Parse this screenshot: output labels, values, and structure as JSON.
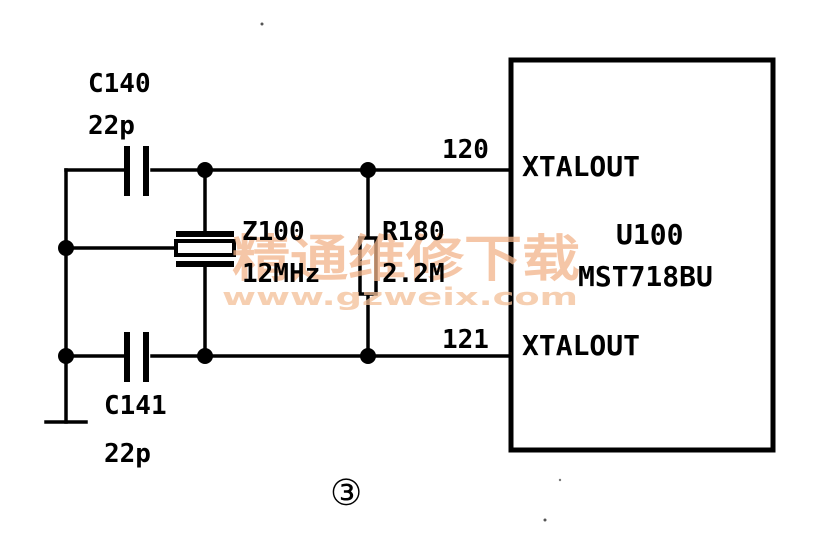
{
  "components": {
    "c140": {
      "ref": "C140",
      "value": "22p"
    },
    "c141": {
      "ref": "C141",
      "value": "22p"
    },
    "z100": {
      "ref": "Z100",
      "value": "12MHz"
    },
    "r180": {
      "ref": "R180",
      "value": "2.2M"
    },
    "u100": {
      "ref": "U100",
      "part": "MST718BU"
    }
  },
  "pins": {
    "p120": {
      "number": "120",
      "name": "XTALOUT"
    },
    "p121": {
      "number": "121",
      "name": "XTALOUT"
    }
  },
  "watermark": {
    "cn": "精通维修下载",
    "url": "www.gzweix.com"
  },
  "figure_label": "③"
}
